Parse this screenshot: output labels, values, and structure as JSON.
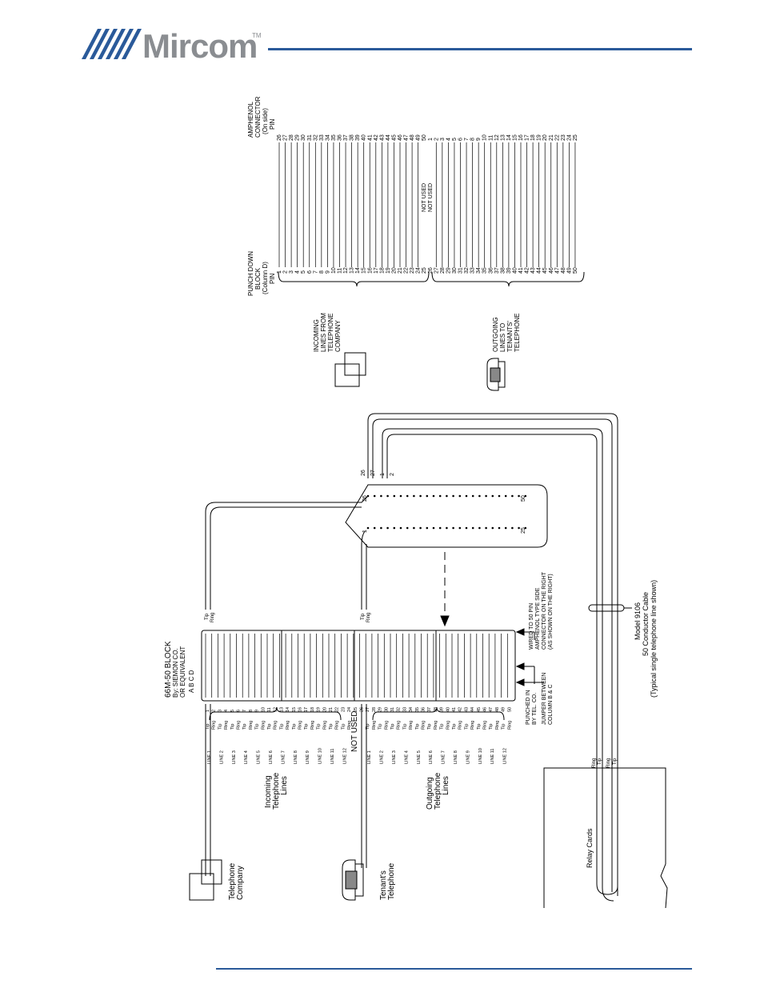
{
  "header": {
    "brand": "Mircom",
    "tm": "TM"
  },
  "diagram": {
    "block_title": [
      "66M-50 BLOCK",
      "By: SIEMON CO.",
      "OR EQUIVALENT"
    ],
    "block_columns": "A  B  C  D",
    "punch_down": [
      "PUNCH DOWN",
      "BLOCK",
      "(Column D)",
      "PIN"
    ],
    "amphenol": [
      "AMPHENOL",
      "CONNECTOR",
      "(On side)",
      "PIN"
    ],
    "not_used_1": "NOT  USED",
    "not_used_2": "NOT  USED",
    "incoming_phone_co": [
      "INCOMING",
      "LINES FROM",
      "TELEPHONE",
      "COMPANY"
    ],
    "outgoing_tenants": [
      "OUTGOING",
      "LINES TO",
      "TENANTS'",
      "TELEPHONE"
    ],
    "telephone_company": [
      "Telephone",
      "Company"
    ],
    "tenants_telephone": [
      "Tenant's",
      "Telephone"
    ],
    "incoming_lines": [
      "Incoming",
      "Telephone",
      "Lines"
    ],
    "outgoing_lines": [
      "Outgoing",
      "Telephone",
      "Lines"
    ],
    "not_used_block": "NOT  USED",
    "punched_in": [
      "PUNCHED IN",
      "BY TEL. CO."
    ],
    "jumper": [
      "JUMPER BETWEEN",
      "COLUMN B & C"
    ],
    "wired_to": [
      "WIRED TO 50 PIN",
      "AMPHENOL TYPE SIDE",
      "CONNECTOR ON THE RIGHT",
      "(AS SHOWN ON THE RIGHT)"
    ],
    "model": [
      "Model 9106",
      "50 Conductor Cable",
      "(Typical single telephone line shown)"
    ],
    "relay_cards": "Relay Cards",
    "tip": "Tip",
    "ring": "Ring",
    "line_labels": [
      "LINE 1",
      "LINE 2",
      "LINE 3",
      "LINE 4",
      "LINE 5",
      "LINE 6",
      "LINE 7",
      "LINE 8",
      "LINE 9",
      "LINE 10",
      "LINE 11",
      "LINE 12"
    ],
    "conn_pins": {
      "p1": "1",
      "p2": "2",
      "p26": "26",
      "p27": "27",
      "p25": "25",
      "p50": "50",
      "inner26": "26",
      "inner1": "1"
    }
  }
}
